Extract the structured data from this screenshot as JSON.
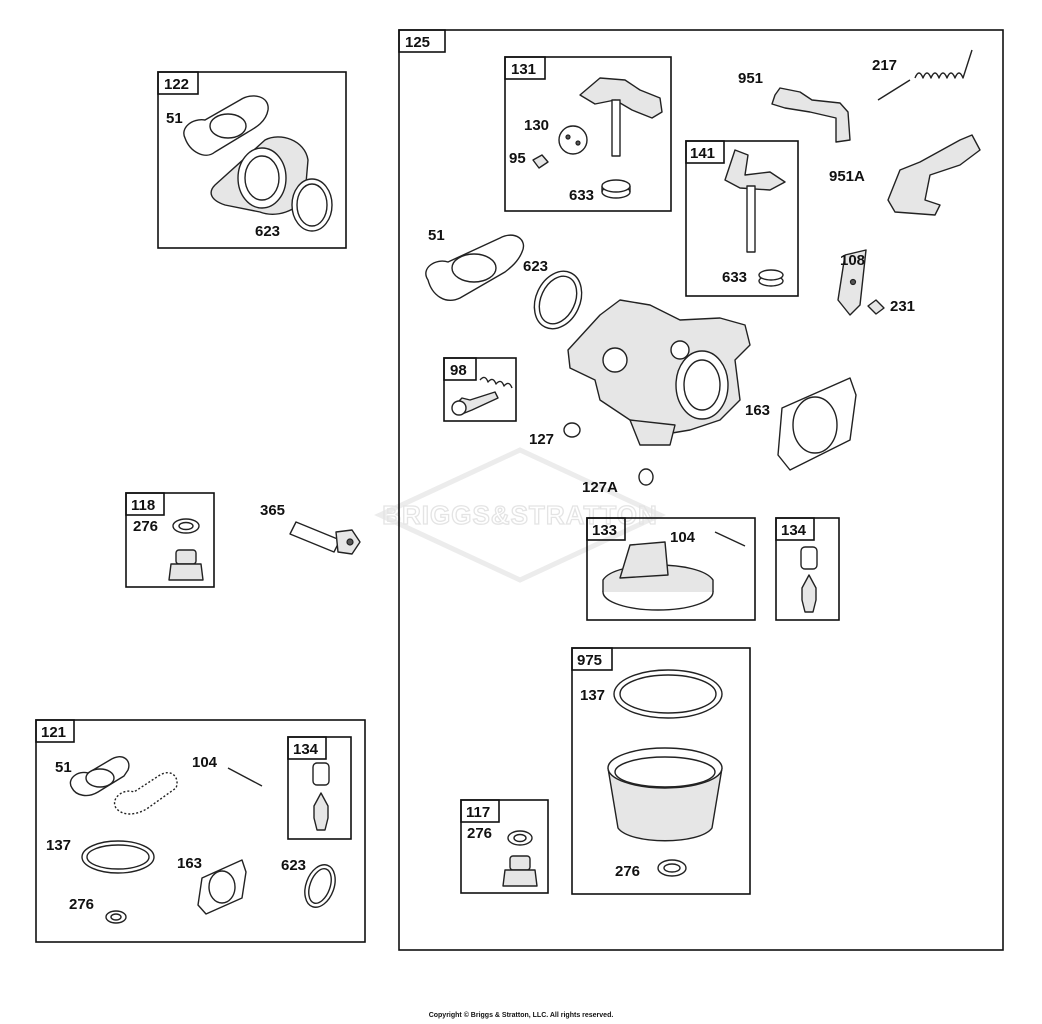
{
  "watermark": "BRIGGS&STRATTON",
  "copyright": "Copyright © Briggs & Stratton, LLC. All rights reserved.",
  "kits": {
    "k125": "125",
    "k122": "122",
    "k131": "131",
    "k141": "141",
    "k98": "98",
    "k118": "118",
    "k121": "121",
    "k134a": "134",
    "k133": "133",
    "k134b": "134",
    "k975": "975",
    "k117": "117"
  },
  "labels": {
    "p122_51": "51",
    "p122_623": "623",
    "p131_130": "130",
    "p131_95": "95",
    "p131_633": "633",
    "p141_633": "633",
    "p951": "951",
    "p217": "217",
    "p951a": "951A",
    "p51": "51",
    "p623": "623",
    "p108": "108",
    "p231": "231",
    "p163": "163",
    "p127": "127",
    "p127a": "127A",
    "p118_276": "276",
    "p365": "365",
    "p133_104": "104",
    "p975_137": "137",
    "p975_276": "276",
    "p117_276": "276",
    "p121_51": "51",
    "p121_104": "104",
    "p121_137": "137",
    "p121_163": "163",
    "p121_623": "623",
    "p121_276": "276"
  }
}
